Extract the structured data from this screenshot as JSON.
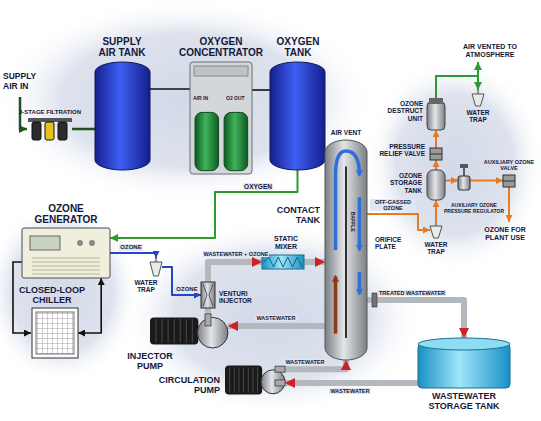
{
  "diagram": {
    "nodes": [
      {
        "text": [
          "3-STAGE FILTRATION"
        ]
      },
      {
        "text": [
          "SUPPLY AIR TANK"
        ]
      },
      {
        "text": [
          "OXYGEN CONCENTRATOR",
          "AIR IN",
          "O2 OUT"
        ]
      },
      {
        "text": [
          "OXYGEN TANK"
        ]
      },
      {
        "text": [
          "OZONE GENERATOR"
        ]
      },
      {
        "text": [
          "CLOSED-LOOP CHILLER"
        ]
      },
      {
        "text": [
          "WATER TRAP"
        ]
      },
      {
        "text": [
          "VENTURI INJECTOR"
        ]
      },
      {
        "text": [
          "INJECTOR PUMP"
        ]
      },
      {
        "text": [
          "STATIC MIXER"
        ]
      },
      {
        "text": [
          "CONTACT TANK",
          "AIR VENT",
          "BAFFLE",
          "ORIFICE PLATE"
        ]
      },
      {
        "text": [
          "CIRCULATION PUMP"
        ]
      },
      {
        "text": [
          "WASTEWATER STORAGE TANK"
        ]
      },
      {
        "text": [
          "OZONE DESTRUCT UNIT"
        ]
      },
      {
        "text": [
          "PRESSURE RELIEF VALVE"
        ]
      },
      {
        "text": [
          "WATER TRAP"
        ]
      },
      {
        "text": [
          "OZONE STORAGE TANK"
        ]
      },
      {
        "text": [
          "WATER TRAP"
        ]
      },
      {
        "text": [
          "AUXILIARY OZONE PRESSURE REGULATOR"
        ]
      },
      {
        "text": [
          "AUXILIARY OZONE VALVE"
        ]
      }
    ],
    "edges": [
      {
        "from": 0,
        "to": 1,
        "arrow": "none"
      },
      {
        "from": 1,
        "to": 2,
        "arrow": "none"
      },
      {
        "from": 2,
        "to": 3,
        "arrow": "none"
      },
      {
        "from": 3,
        "to": 4,
        "label": "OXYGEN",
        "arrow": "to"
      },
      {
        "from": 4,
        "to": 5,
        "arrow": "both"
      },
      {
        "from": 4,
        "to": 6,
        "label": "OZONE",
        "arrow": "to"
      },
      {
        "from": 6,
        "to": 7,
        "label": "OZONE",
        "arrow": "to"
      },
      {
        "from": 10,
        "to": 8,
        "label": "WASTEWATER",
        "arrow": "to"
      },
      {
        "from": 8,
        "to": 7,
        "arrow": "none"
      },
      {
        "from": 7,
        "to": 9,
        "label": "WASTEWATER + OZONE",
        "arrow": "to"
      },
      {
        "from": 9,
        "to": 10,
        "arrow": "to"
      },
      {
        "from": 10,
        "to": 12,
        "label": "TREATED WASTEWATER",
        "arrow": "to"
      },
      {
        "from": 12,
        "to": 11,
        "label": "WASTEWATER",
        "arrow": "to"
      },
      {
        "from": 11,
        "to": 10,
        "label": "WASTEWATER",
        "arrow": "to"
      },
      {
        "from": 10,
        "to": 17,
        "label": "OFF-GASSED OZONE",
        "arrow": "to"
      },
      {
        "from": 17,
        "to": 16,
        "arrow": "to"
      },
      {
        "from": 16,
        "to": 14,
        "arrow": "to"
      },
      {
        "from": 14,
        "to": 13,
        "arrow": "to"
      },
      {
        "from": 13,
        "to": 15,
        "arrow": "to"
      },
      {
        "from": 16,
        "to": 18,
        "arrow": "to"
      },
      {
        "from": 18,
        "to": 19,
        "arrow": "to"
      }
    ],
    "labels": [
      "SUPPLY AIR IN",
      "AIR VENTED TO ATMOSPHERE",
      "OZONE FOR PLANT USE"
    ]
  }
}
